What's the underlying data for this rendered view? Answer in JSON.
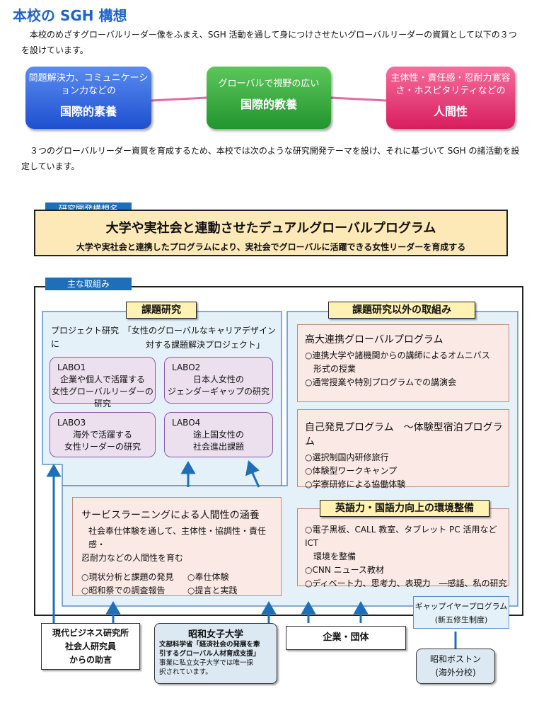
{
  "title": "本校の SGH 構想",
  "intro": "　本校のめざすグローバルリーダー像をふまえ、SGH 活動を通して身につけさせたいグローバルリーダーの資質として以下の３つを設けています。",
  "qualities": [
    {
      "sub": "問題解決力、コミュニケーション力などの",
      "main": "国際的素養",
      "color": "#2f62d8"
    },
    {
      "sub": "グローバルで視野の広い",
      "main": "国際的教養",
      "color": "#2ea83a"
    },
    {
      "sub": "主体性・責任感・忍耐力寛容さ・ホスピタリティなどの",
      "main": "人間性",
      "color": "#e6286e"
    }
  ],
  "intro2": "　３つのグローバルリーダー資質を育成するため、本校では次のような研究開発テーマを設け、それに基づいて SGH の諸活動を設定しています。",
  "concept": {
    "tag": "研究開発構想名",
    "title": "大学や実社会と連動させたデュアルグローバルプログラム",
    "subtitle": "大学や実社会と連携したプログラムにより、実社会でグローバルに活躍できる女性リーダーを育成する"
  },
  "main": {
    "tag": "主な取組み",
    "research": {
      "label": "課題研究",
      "project_line1": "プロジェクト研究　「女性のグローバルなキャリアデザインに",
      "project_line2": "対する課題解決プロジェクト」",
      "labs": [
        {
          "name": "LABO1",
          "l1": "企業や個人で活躍する",
          "l2": "女性グローバルリーダーの研究"
        },
        {
          "name": "LABO2",
          "l1": "日本人女性の",
          "l2": "ジェンダーギャップの研究"
        },
        {
          "name": "LABO3",
          "l1": "海外で活躍する",
          "l2": "女性リーダーの研究"
        },
        {
          "name": "LABO4",
          "l1": "途上国女性の",
          "l2": "社会進出課題"
        }
      ]
    },
    "other": {
      "label": "課題研究以外の取組み",
      "kodai": {
        "title": "高大連携グローバルプログラム",
        "items": [
          "○連携大学や諸機関からの講師によるオムニバス",
          "　形式の授業",
          "○通常授業や特別プログラムでの講演会"
        ]
      },
      "jiko": {
        "title": "自己発見プログラム　～体験型宿泊プログラム",
        "items": [
          "○選択制国内研修旅行",
          "○体験型ワークキャンプ",
          "○学寮研修による協働体験"
        ]
      }
    },
    "service": {
      "title": "サービスラーニングによる人間性の涵養",
      "desc1": "社会奉仕体験を通して、主体性・協調性・責任感・",
      "desc2": "忍耐力などの人間性を育む",
      "items": [
        "○現状分析と課題の発見",
        "○奉仕体験",
        "○昭和祭での調査報告",
        "○提言と実践"
      ]
    },
    "language": {
      "label": "英語力・国語力向上の環境整備",
      "items": [
        "○電子黒板、CALL 教室、タブレット PC 活用など ICT",
        "　環境を整備",
        "○CNN ニュース教材",
        "○ディベート力、思考力、表現力　―感話、私の研究"
      ]
    },
    "gap": {
      "l1": "ギャップイヤープログラム",
      "l2": "(新五修生制度)"
    }
  },
  "sources": {
    "gendai": [
      "現代ビジネス研究所",
      "社会人研究員",
      "からの助言"
    ],
    "showa": {
      "title": "昭和女子大学",
      "l1": "文部科学省「経済社会の発展を牽",
      "l2": "引するグローバル人材育成支援」",
      "l3": "事業に私立女子大学では唯一採",
      "l4": "択されています。"
    },
    "kigyo": "企業・団体",
    "boston": [
      "昭和ボストン",
      "(海外分校)"
    ]
  }
}
